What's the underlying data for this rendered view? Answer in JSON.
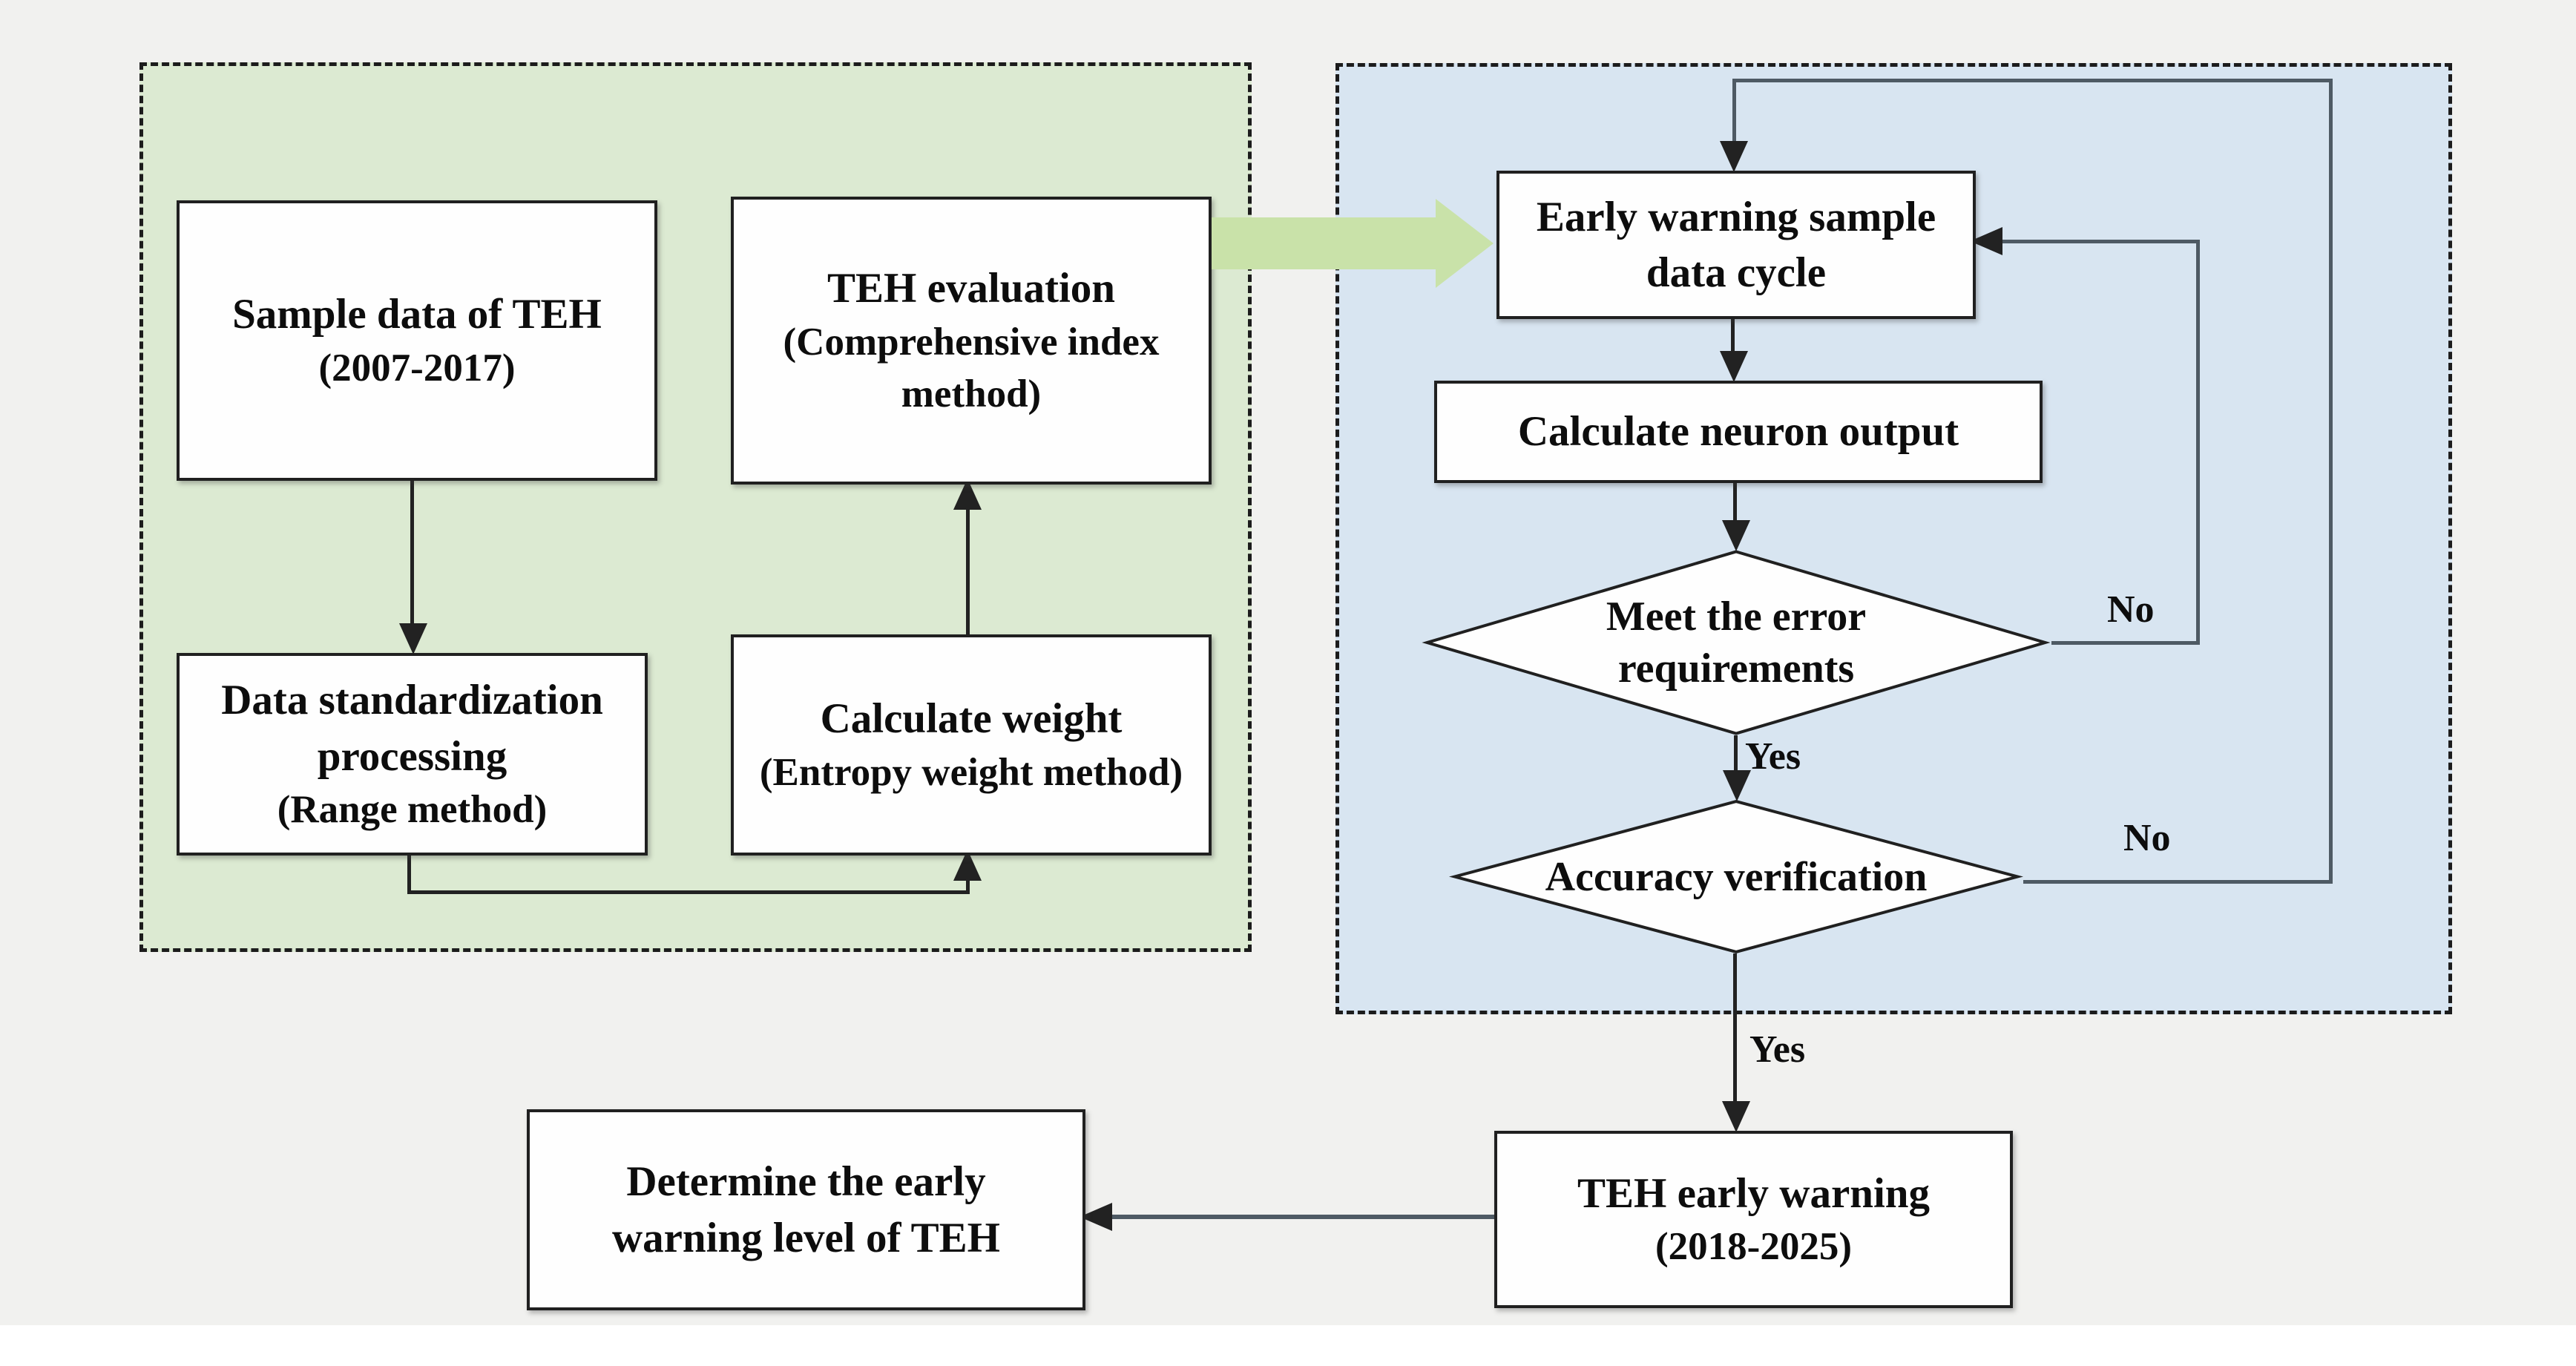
{
  "figure": {
    "description": "TEH early warning model flowchart"
  },
  "colors": {
    "background": "#f1f1ef",
    "green_panel": "#dcead2",
    "blue_panel": "#d8e5f1",
    "node_fill": "#fefefe",
    "node_border": "#202020",
    "line": "#222222",
    "loop_line": "#4e5a64",
    "green_arrow": "#c9e2a9"
  },
  "nodes": {
    "sample_data": {
      "text": "Sample data of TEH",
      "sub": "(2007-2017)"
    },
    "teh_evaluation": {
      "text": "TEH evaluation",
      "sub": "(Comprehensive index method)"
    },
    "data_standardization": {
      "text": "Data standardization processing",
      "sub": "(Range method)"
    },
    "calculate_weight": {
      "text": "Calculate weight",
      "sub": "(Entropy weight method)"
    },
    "early_warning_cycle": {
      "text": "Early warning sample data cycle"
    },
    "calculate_neuron": {
      "text": "Calculate neuron output"
    },
    "error_check": {
      "text": "Meet the error requirements"
    },
    "accuracy_check": {
      "text": "Accuracy verification"
    },
    "teh_early_warning": {
      "text": "TEH early warning",
      "sub": "(2018-2025)"
    },
    "determine_level": {
      "text": "Determine the early warning level of TEH"
    }
  },
  "labels": {
    "yes1": "Yes",
    "no1": "No",
    "yes2": "Yes",
    "no2": "No"
  }
}
